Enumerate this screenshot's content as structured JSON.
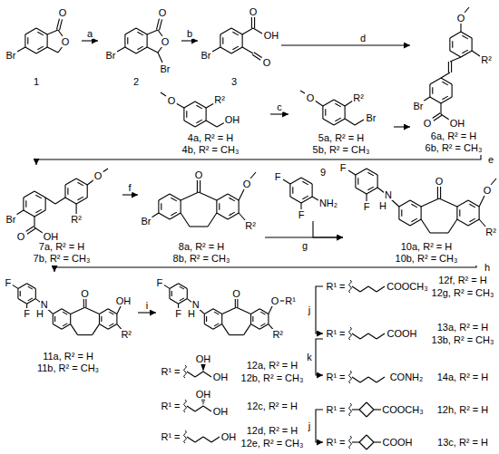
{
  "diagram": {
    "nodes": [
      {
        "text": [
          "1"
        ]
      },
      {
        "text": [
          "2"
        ]
      },
      {
        "text": [
          "3"
        ]
      },
      {
        "text": [
          "4a, R² = H",
          "4b, R² = CH₃"
        ]
      },
      {
        "text": [
          "5a, R² = H",
          "5b, R² = CH₃"
        ]
      },
      {
        "text": [
          "6a, R² = H",
          "6b, R² = CH₃"
        ]
      },
      {
        "text": [
          "7a, R² = H",
          "7b, R² = CH₃"
        ]
      },
      {
        "text": [
          "8a, R² = H",
          "8b, R² = CH₃"
        ]
      },
      {
        "text": [
          "9"
        ]
      },
      {
        "text": [
          "10a, R² = H",
          "10b, R² = CH₃"
        ]
      },
      {
        "text": [
          "11a, R² = H",
          "11b, R² = CH₃"
        ]
      },
      {
        "text": [
          "R¹"
        ]
      },
      {
        "text": [
          "R¹ =",
          "12a, R² = H",
          "12b, R² = CH₃"
        ]
      },
      {
        "text": [
          "R¹ =",
          "12c, R² = H"
        ]
      },
      {
        "text": [
          "R¹ =",
          "12d, R² = H",
          "12e, R² = CH₃"
        ]
      },
      {
        "text": [
          "R¹ =",
          "12f, R² = H",
          "12g, R² = CH₃"
        ]
      },
      {
        "text": [
          "R¹ =",
          "13a, R² = H",
          "13b, R² = CH₃"
        ]
      },
      {
        "text": [
          "R¹ =",
          "14a, R² = H"
        ]
      },
      {
        "text": [
          "R¹ =",
          "12h, R² = H"
        ]
      },
      {
        "text": [
          "R¹ =",
          "13c, R² = H"
        ]
      }
    ],
    "edges": [
      {
        "from": 0,
        "to": 1,
        "label": "a",
        "arrow": "to"
      },
      {
        "from": 1,
        "to": 2,
        "label": "b",
        "arrow": "to"
      },
      {
        "from": 3,
        "to": 4,
        "label": "c",
        "arrow": "to"
      },
      {
        "from": 2,
        "to": 5,
        "label": "d",
        "arrow": "to"
      },
      {
        "from": 4,
        "to": 5,
        "arrow": "to"
      },
      {
        "from": 5,
        "to": 6,
        "label": "e",
        "arrow": "to"
      },
      {
        "from": 6,
        "to": 7,
        "label": "f",
        "arrow": "to"
      },
      {
        "from": 7,
        "to": 9,
        "label": "g",
        "arrow": "to"
      },
      {
        "from": 8,
        "to": 9,
        "arrow": "to"
      },
      {
        "from": 9,
        "to": 10,
        "label": "h",
        "arrow": "to"
      },
      {
        "from": 10,
        "to": 11,
        "label": "i",
        "arrow": "to"
      },
      {
        "from": 15,
        "to": 16,
        "label": "j",
        "arrow": "to"
      },
      {
        "from": 16,
        "to": 17,
        "label": "k",
        "arrow": "to"
      },
      {
        "from": 18,
        "to": 19,
        "label": "j",
        "arrow": "to"
      }
    ],
    "labels": [
      "O",
      "O",
      "Br",
      "O",
      "O",
      "Br",
      "Br",
      "O",
      "OH",
      "O",
      "Br",
      "O",
      "R²",
      "OH",
      "O",
      "R²",
      "Br",
      "Br",
      "O",
      "OH",
      "R²",
      "O",
      "Br",
      "O",
      "OH",
      "R²",
      "O",
      "O",
      "O",
      "R²",
      "Br",
      "F",
      "F",
      "NH₂",
      "O",
      "O",
      "R²",
      "F",
      "F",
      "N",
      "H",
      "O",
      "OH",
      "R²",
      "F",
      "F",
      "N",
      "H",
      "O",
      "O",
      "R²",
      "F",
      "F",
      "N",
      "H",
      "OH",
      "OH",
      "OH",
      "OH",
      "OH",
      "COOCH₃",
      "COOH",
      "CONH₂",
      "COOCH₃",
      "COOH"
    ]
  }
}
